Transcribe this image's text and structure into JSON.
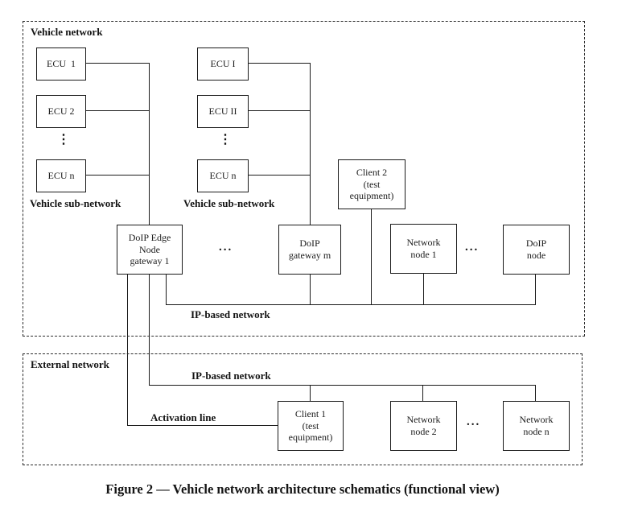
{
  "style": {
    "ink": "#1a1a1a",
    "background": "#ffffff"
  },
  "figure": {
    "caption": "Figure 2 — Vehicle network architecture schematics (functional view)"
  },
  "vehicle_network": {
    "label": "Vehicle network",
    "left_subnet": {
      "label": "Vehicle sub-network",
      "ecu1": "ECU  1",
      "ecu2": "ECU 2",
      "ecun": "ECU n",
      "ellipsis": "⋮"
    },
    "mid_subnet": {
      "label": "Vehicle sub-network",
      "ecu1": "ECU I",
      "ecu2": "ECU II",
      "ecun": "ECU n",
      "ellipsis": "⋮"
    },
    "client2": {
      "line1": "Client 2",
      "line2": "(test",
      "line3": "equipment)"
    },
    "doip_edge_gateway": {
      "line1": "DoIP Edge",
      "line2": "Node",
      "line3": "gateway 1"
    },
    "doip_gateway_m": {
      "line1": "DoIP",
      "line2": "gateway m"
    },
    "network_node_1": {
      "line1": "Network",
      "line2": "node 1"
    },
    "doip_node": {
      "line1": "DoIP",
      "line2": "node"
    },
    "ellipsis_gateways": "...",
    "ellipsis_nodes": "...",
    "ip_network_label": "IP-based network"
  },
  "external_network": {
    "label": "External network",
    "ip_network_label": "IP-based network",
    "activation_line_label": "Activation line",
    "client1": {
      "line1": "Client 1",
      "line2": "(test",
      "line3": "equipment)"
    },
    "network_node_2": {
      "line1": "Network",
      "line2": "node 2"
    },
    "network_node_n": {
      "line1": "Network",
      "line2": "node n"
    },
    "ellipsis_nodes": "..."
  }
}
